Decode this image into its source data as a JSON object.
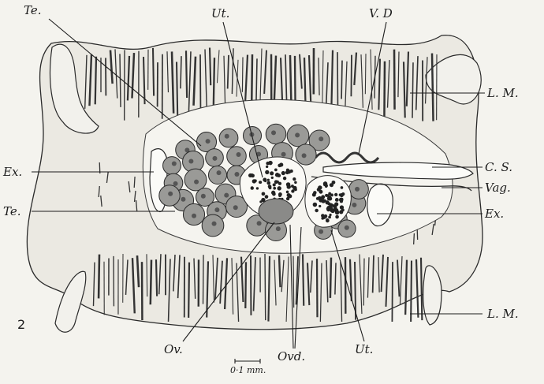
{
  "figure": {
    "number": "2",
    "scale_bar": "0·1 mm.",
    "labels": {
      "te_top": "Te.",
      "ut_top": "Ut.",
      "vd": "V. D",
      "lm_top": "L. M.",
      "ex_left": "Ex.",
      "cs": "C. S.",
      "vag": "Vag.",
      "te_left": "Te.",
      "ex_right": "Ex.",
      "lm_bottom": "L. M.",
      "ov": "Ov.",
      "ovd": "Ovd.",
      "ut_bottom": "Ut."
    }
  }
}
